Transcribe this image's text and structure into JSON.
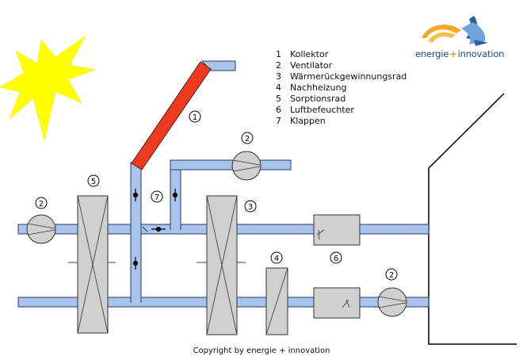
{
  "legend": [
    {
      "num": "1",
      "label": "Kollektor"
    },
    {
      "num": "2",
      "label": "Ventilator"
    },
    {
      "num": "3",
      "label": "Wärmerückgewinnungsrad"
    },
    {
      "num": "4",
      "label": "Nachheizung"
    },
    {
      "num": "5",
      "label": "Sorptionsrad"
    },
    {
      "num": "6",
      "label": "Luftbefeuchter"
    },
    {
      "num": "7",
      "label": "Klappen"
    }
  ],
  "markers": {
    "collector": "1",
    "fan_top": "2",
    "fan_left": "2",
    "fan_right": "2",
    "sorption_wheel": "5",
    "heat_recovery_wheel": "3",
    "reheater": "4",
    "humidifier": "6",
    "dampers": "7"
  },
  "logo": {
    "part1": "energie",
    "plus": "+",
    "part2": "innovation"
  },
  "copyright": "Copyright by energie + innovation",
  "colors": {
    "duct": "#a8c4ec",
    "duct_edge": "#2b3a5c",
    "collector": "#ee3a1f",
    "sun": "#ffff00",
    "component": "#d0d0d0",
    "logo_orange": "#f5a623",
    "logo_blue": "#2a5fa8"
  }
}
